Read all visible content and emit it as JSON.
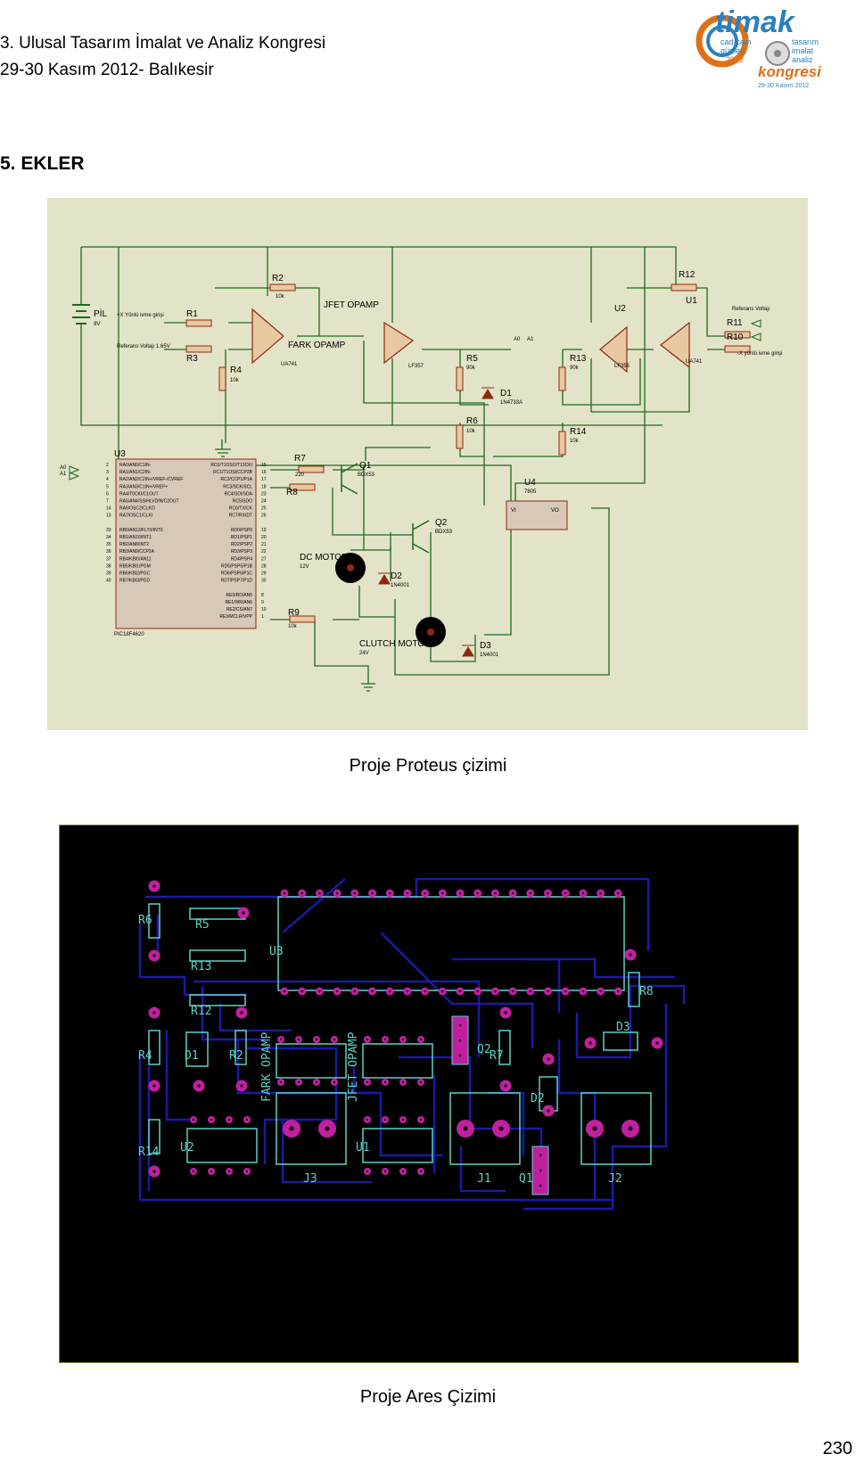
{
  "header": {
    "line1": "3. Ulusal Tasarım İmalat ve Analiz Kongresi",
    "line2": "29-30 Kasım 2012- Balıkesir",
    "logo": {
      "word": "timak",
      "left_lines": [
        "cad-cam",
        "günleri",
        "2012"
      ],
      "right_lines": [
        "tasarım",
        "imalat",
        "analiz"
      ],
      "sub": "kongresi",
      "date": "29-30 Kasım 2012"
    }
  },
  "section_title": "5. EKLER",
  "schematic": {
    "labels": {
      "pil": "PİL",
      "pil_v": "9V",
      "r1": "R1",
      "r2": "R2",
      "r3": "R3",
      "r4": "R4",
      "r5": "R5",
      "r6": "R6",
      "r7": "R7",
      "r8": "R8",
      "r9": "R9",
      "r10": "R10",
      "r11": "R11",
      "r12": "R12",
      "r13": "R13",
      "r14": "R14",
      "k10": "10k",
      "k90": "90k",
      "k220": "220",
      "jfet": "JFET OPAMP",
      "fark": "FARK OPAMP",
      "ua741": "UA741",
      "lf357": "LF357",
      "lf355": "LF355",
      "d1": "D1",
      "d1v": "1N4733A",
      "d2": "D2",
      "d3": "D3",
      "d_1n4001": "1N4001",
      "u1": "U1",
      "u2": "U2",
      "u3": "U3",
      "u4": "U4",
      "u4v": "7805",
      "q1": "Q1",
      "q2": "Q2",
      "bdx53": "BDX53",
      "dcmotor": "DC MOTOR",
      "dc_v": "12V",
      "clutch": "CLUTCH MOTOR",
      "clutch_v": "24V",
      "a0": "A0",
      "a1": "A1",
      "ref1": "Referans Voltajı 1.65V",
      "xin": "+X Yönlü ivme girişi",
      "ref2": "Referans Voltajı",
      "xin2": "-X yönlü ivme girişi",
      "pic": "PIC18F4620",
      "vi": "VI",
      "vo": "VO",
      "gnd": "GND"
    },
    "mcu_left": [
      "RA0/AN0/C1IN-",
      "RA1/AN1/C2IN-",
      "RA2/AN2/C2IN+/VREF-/CVREF",
      "RA3/AN3/C1IN+/VREF+",
      "RA4/T0CKI/C1OUT",
      "RA5/AN4/SS/HLVDIN/C2OUT",
      "RA6/OSC2/CLKO",
      "RA7/OSC1/CLKI",
      "",
      "RB0/AN12/FLT0/INT0",
      "RB1/AN10/INT1",
      "RB2/AN8/INT2",
      "RB3/AN9/CCP2A",
      "RB4/KBI0/AN11",
      "RB5/KBI1/PGM",
      "RB6/KBI2/PGC",
      "RB7/KBI3/PGD"
    ],
    "mcu_left_pins": [
      "2",
      "3",
      "4",
      "5",
      "6",
      "7",
      "14",
      "13",
      "",
      "33",
      "34",
      "35",
      "36",
      "37",
      "38",
      "39",
      "40"
    ],
    "mcu_right": [
      "RC0/T1OSO/T13CKI",
      "RC1/T1OSI/CCP2B",
      "RC2/CCP1/P1A",
      "RC3/SCK/SCL",
      "RC4/SDI/SDA",
      "RC5/SDO",
      "RC6/TX/CK",
      "RC7/RX/DT",
      "",
      "RD0/PSP0",
      "RD1/PSP1",
      "RD2/PSP2",
      "RD3/PSP3",
      "RD4/PSP4",
      "RD5/PSP5/P1B",
      "RD6/PSP6/P1C",
      "RD7/PSP7/P1D",
      "",
      "RE0/RD/AN5",
      "RE1/WR/AN6",
      "RE2/CS/AN7",
      "RE3/MCLR/VPP"
    ],
    "mcu_right_pins": [
      "15",
      "16",
      "17",
      "18",
      "23",
      "24",
      "25",
      "26",
      "",
      "19",
      "20",
      "21",
      "22",
      "27",
      "28",
      "29",
      "30",
      "",
      "8",
      "9",
      "10",
      "1"
    ]
  },
  "caption1": "Proje Proteus çizimi",
  "pcb": {
    "labels": {
      "r6": "R6",
      "r5": "R5",
      "r13": "R13",
      "r12": "R12",
      "r4": "R4",
      "r14": "R14",
      "d1": "D1",
      "r2": "R2",
      "u3": "U3",
      "fark": "FARK OPAMP",
      "jfet": "JFET OPAMP",
      "q2": "Q2",
      "r7": "R7",
      "r8": "R8",
      "d3": "D3",
      "d2": "D2",
      "q1": "Q1",
      "u2": "U2",
      "u1": "U1",
      "j3": "J3",
      "j1": "J1",
      "j2": "J2"
    }
  },
  "caption2": "Proje Ares Çizimi",
  "page_number": "230",
  "colors": {
    "schematic_bg": "#e3e3c8",
    "wire": "#1b6b1b",
    "component": "#8a2a10",
    "chip": "#d8c8b8",
    "pcb_bg": "#000000",
    "trace": "#1a1aa6",
    "silk": "#60d0c8",
    "pad": "#c020a0",
    "logo_blue": "#2a7fc0",
    "logo_orange": "#e07018"
  }
}
